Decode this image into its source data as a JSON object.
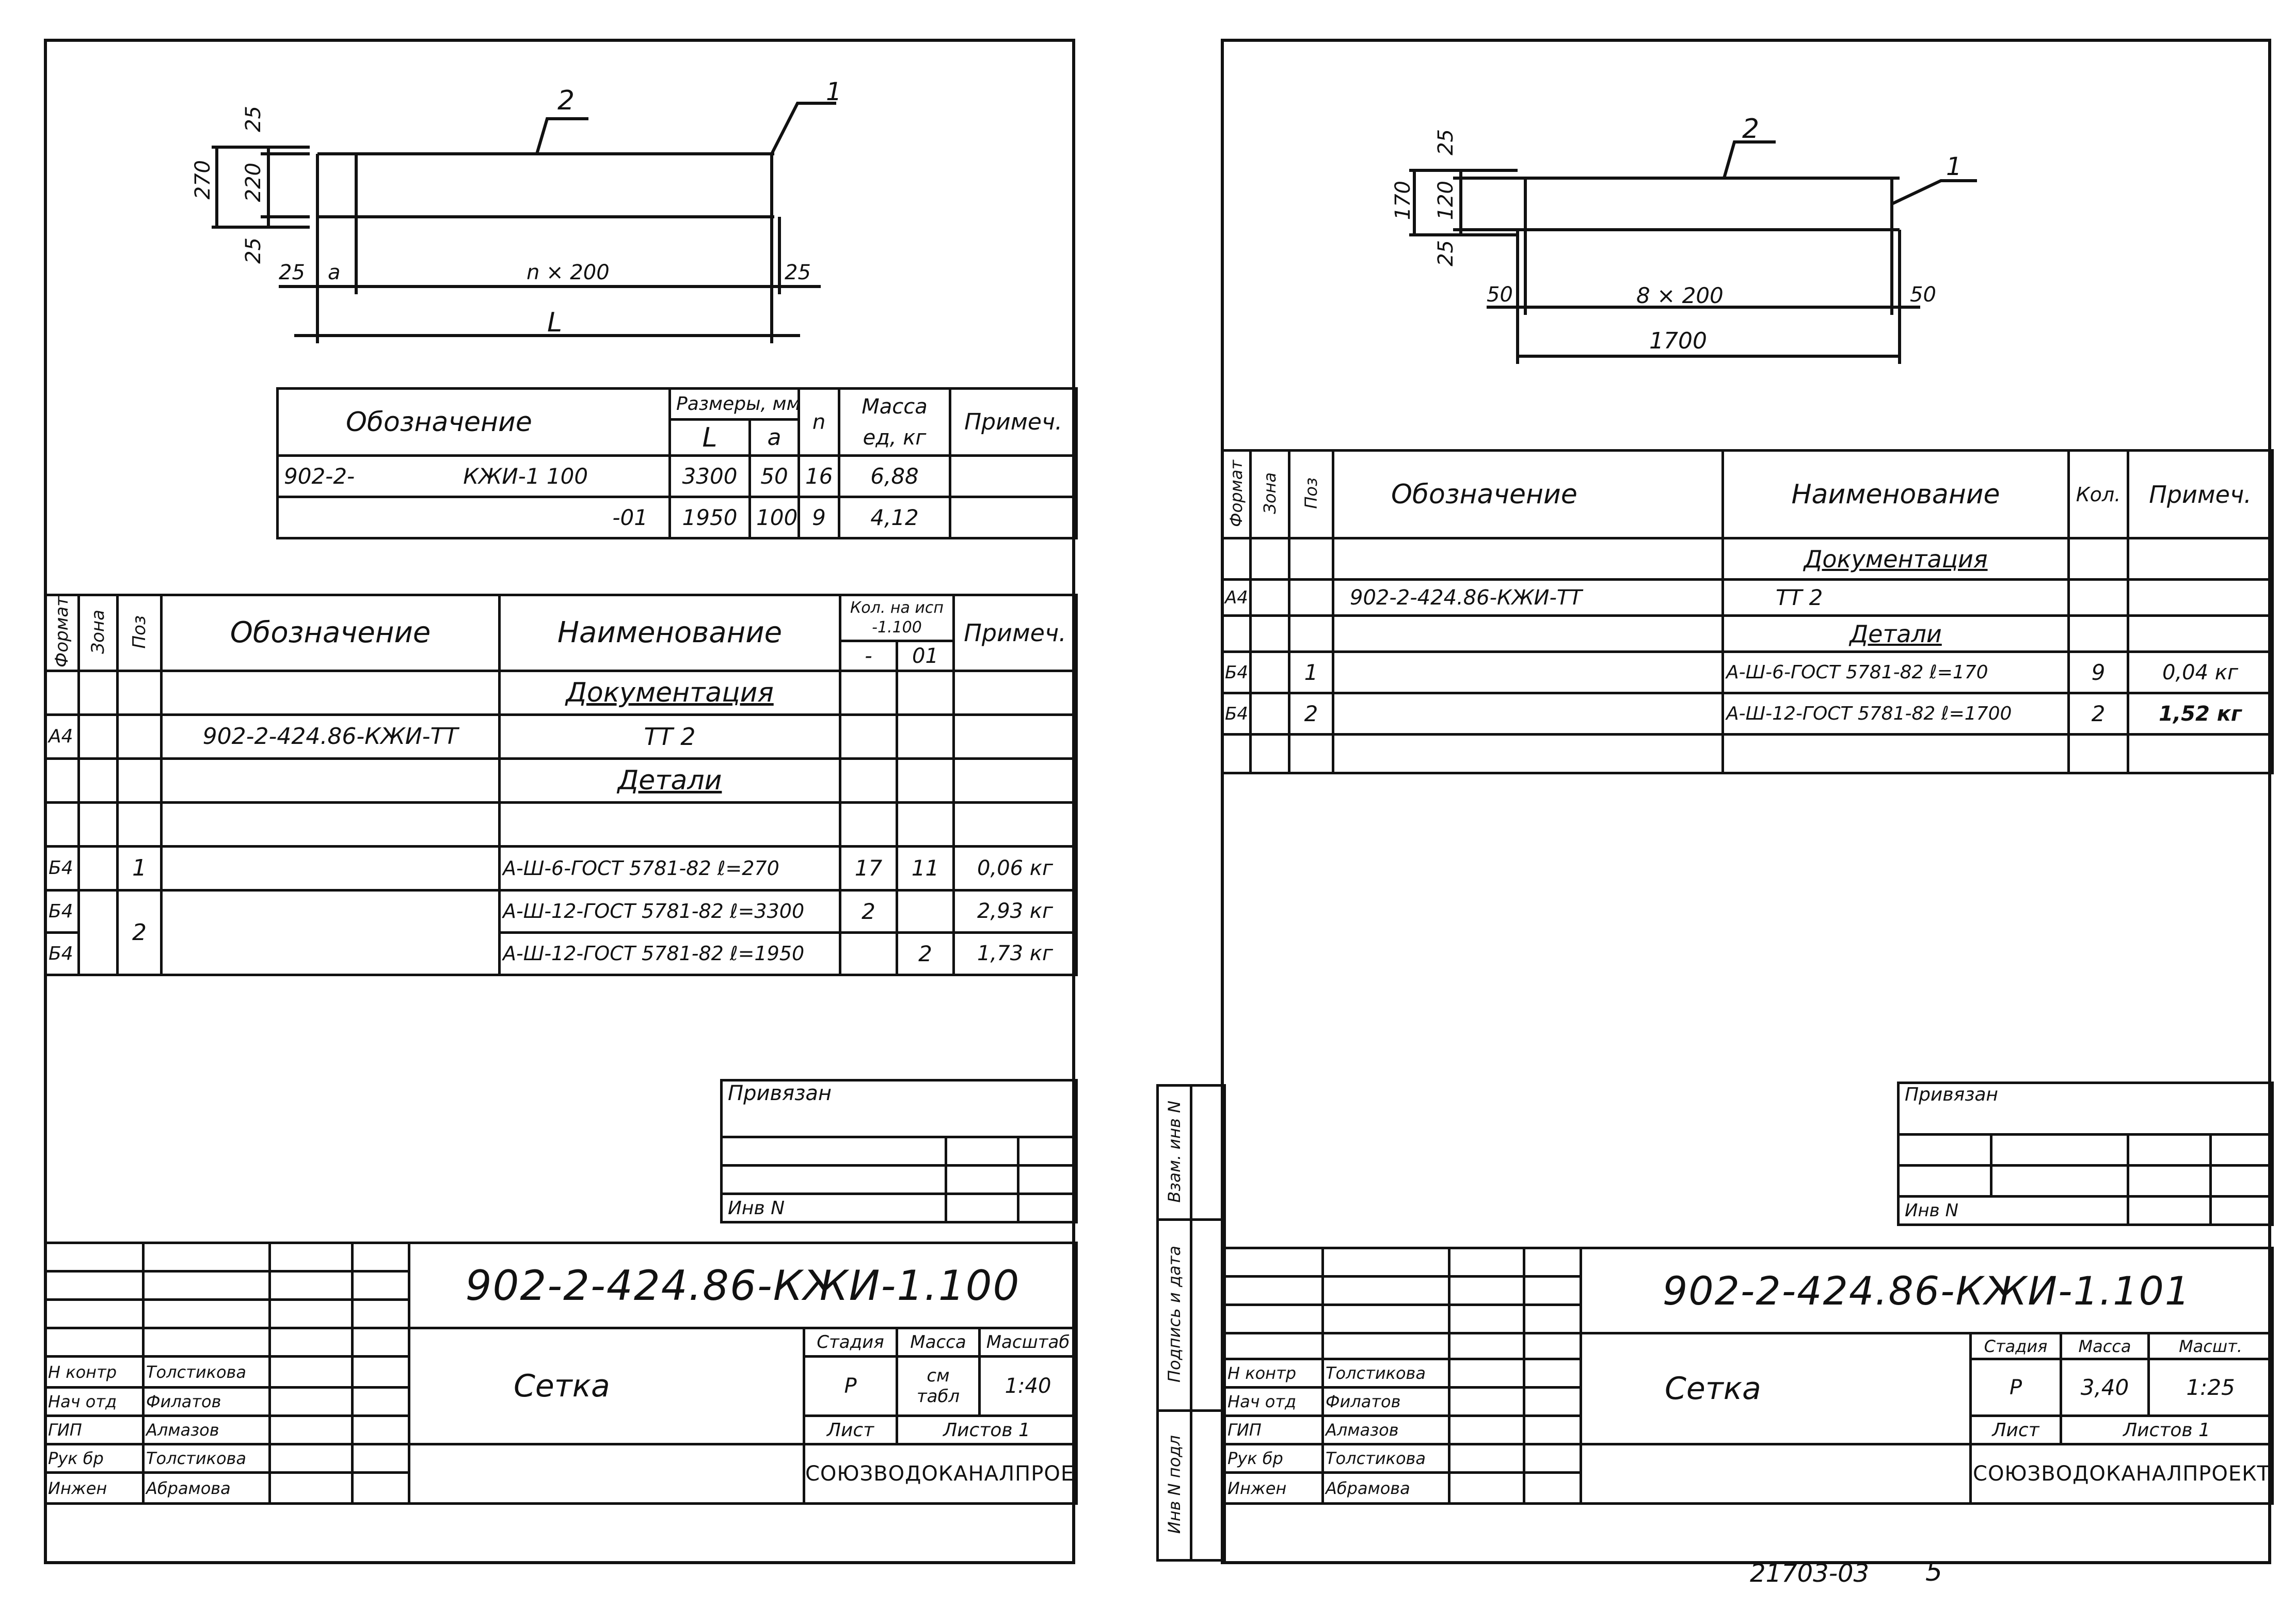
{
  "left": {
    "drawing": {
      "pos1": "1",
      "pos2": "2",
      "d25a": "25",
      "d220": "220",
      "d270": "270",
      "d25b": "25",
      "d25l": "25",
      "da": "a",
      "dn": "n × 200",
      "d25r": "25",
      "dL": "L"
    },
    "size_table": {
      "h_desig": "Обозначение",
      "h_sizes": "Размеры, мм",
      "h_L": "L",
      "h_a": "a",
      "h_n": "n",
      "h_mass": "Масса ед, кг",
      "h_note": "Примеч.",
      "rows": [
        {
          "desig_a": "902-2-",
          "desig_b": "КЖИ-1 100",
          "L": "3300",
          "a": "50",
          "n": "16",
          "mass": "6,88"
        },
        {
          "desig_a": "",
          "desig_b": "-01",
          "L": "1950",
          "a": "100",
          "n": "9",
          "mass": "4,12"
        }
      ]
    },
    "spec": {
      "h_format": "Формат",
      "h_zone": "Зона",
      "h_pos": "Поз",
      "h_desig": "Обозначение",
      "h_name": "Наименование",
      "h_qty": "Кол. на исп",
      "h_qty1": "-1.100",
      "h_qty2a": "-",
      "h_qty2b": "01",
      "h_note": "Примеч.",
      "sec_docs": "Документация",
      "sec_parts": "Детали",
      "doc_format": "А4",
      "doc_desig": "902-2-424.86-КЖИ-ТТ",
      "doc_name": "ТТ 2",
      "rows": [
        {
          "format": "Б4",
          "pos": "1",
          "name": "А-Ш-6-ГОСТ 5781-82 ℓ=270",
          "q1": "17",
          "q2": "11",
          "note": "0,06 кг"
        },
        {
          "format": "Б4",
          "pos": "2",
          "name": "А-Ш-12-ГОСТ 5781-82 ℓ=3300",
          "q1": "2",
          "q2": "",
          "note": "2,93 кг"
        },
        {
          "format": "Б4",
          "pos": "",
          "name": "А-Ш-12-ГОСТ 5781-82 ℓ=1950",
          "q1": "",
          "q2": "2",
          "note": "1,73 кг"
        }
      ]
    },
    "privyazan": "Привязан",
    "inv": "Инв N",
    "code": "902-2-424.86-КЖИ-1.100",
    "title": "Сетка",
    "h_stage": "Стадия",
    "h_mass": "Масса",
    "h_scale": "Масштаб",
    "stage": "Р",
    "mass": "см табл",
    "scale": "1:40",
    "sheet": "Лист",
    "sheets": "Листов 1",
    "org": "СОЮЗВОДОКАНАЛПРОЕКТ",
    "staff": [
      {
        "role": "Н контр",
        "name": "Толстикова"
      },
      {
        "role": "Нач отд",
        "name": "Филатов"
      },
      {
        "role": "ГИП",
        "name": "Алмазов"
      },
      {
        "role": "Рук бр",
        "name": "Толстикова"
      },
      {
        "role": "Инжен",
        "name": "Абрамова"
      }
    ]
  },
  "right": {
    "drawing": {
      "pos1": "1",
      "pos2": "2",
      "d25": "25",
      "d120": "120",
      "d170": "170",
      "d25b": "25",
      "d50l": "50",
      "dn": "8 × 200",
      "d50r": "50",
      "dL": "1700"
    },
    "spec": {
      "h_format": "Формат",
      "h_zone": "Зона",
      "h_pos": "Поз",
      "h_desig": "Обозначение",
      "h_name": "Наименование",
      "h_qty": "Кол.",
      "h_note": "Примеч.",
      "sec_docs": "Документация",
      "sec_parts": "Детали",
      "doc_format": "А4",
      "doc_desig": "902-2-424.86-КЖИ-ТТ",
      "doc_name": "ТТ 2",
      "rows": [
        {
          "format": "Б4",
          "pos": "1",
          "name": "А-Ш-6-ГОСТ 5781-82 ℓ=170",
          "qty": "9",
          "note": "0,04 кг"
        },
        {
          "format": "Б4",
          "pos": "2",
          "name": "А-Ш-12-ГОСТ 5781-82 ℓ=1700",
          "qty": "2",
          "note": "1,52 кг"
        }
      ]
    },
    "side": [
      "Взам. инв N",
      "Подпись и дата",
      "Инв N подл"
    ],
    "privyazan": "Привязан",
    "inv": "Инв N",
    "code": "902-2-424.86-КЖИ-1.101",
    "title": "Сетка",
    "h_stage": "Стадия",
    "h_mass": "Масса",
    "h_scale": "Масшт.",
    "stage": "Р",
    "mass": "3,40",
    "scale": "1:25",
    "sheet": "Лист",
    "sheets": "Листов 1",
    "org": "СОЮЗВОДОКАНАЛПРОЕКТ",
    "staff": [
      {
        "role": "Н контр",
        "name": "Толстикова"
      },
      {
        "role": "Нач отд",
        "name": "Филатов"
      },
      {
        "role": "ГИП",
        "name": "Алмазов"
      },
      {
        "role": "Рук бр",
        "name": "Толстикова"
      },
      {
        "role": "Инжен",
        "name": "Абрамова"
      }
    ]
  },
  "footer": {
    "doc_no": "21703-03",
    "page": "5"
  }
}
